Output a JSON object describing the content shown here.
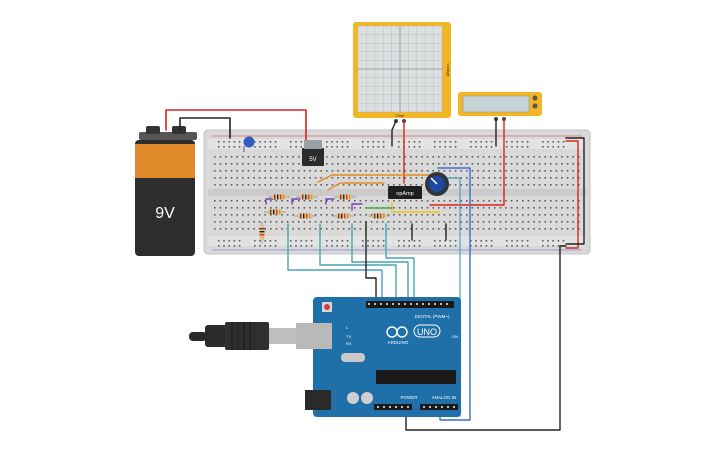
{
  "battery": {
    "label": "9V"
  },
  "regulator": {
    "label": "5V"
  },
  "opamp": {
    "label": "opAmp"
  },
  "oscilloscope": {
    "x_label": "Time",
    "y_label": "Voltage"
  },
  "arduino": {
    "brand": "ARDUINO",
    "model": "UNO",
    "digital_header": "DIGITAL (PWM~)",
    "power_header": "POWER",
    "analog_header": "ANALOG IN",
    "on_label": "ON",
    "tx_label": "TX",
    "rx_label": "RX",
    "l_label": "L"
  },
  "colors": {
    "wire_red": "#d9251c",
    "wire_black": "#222222",
    "wire_teal": "#4aa3b5",
    "wire_blue": "#3a6fd8",
    "wire_orange": "#e98a1c",
    "wire_yellow": "#f2c318",
    "wire_green": "#3fae3f",
    "wire_purple": "#7b3fb3",
    "board_blue": "#1f6fa8",
    "scope_frame": "#f2b523"
  }
}
